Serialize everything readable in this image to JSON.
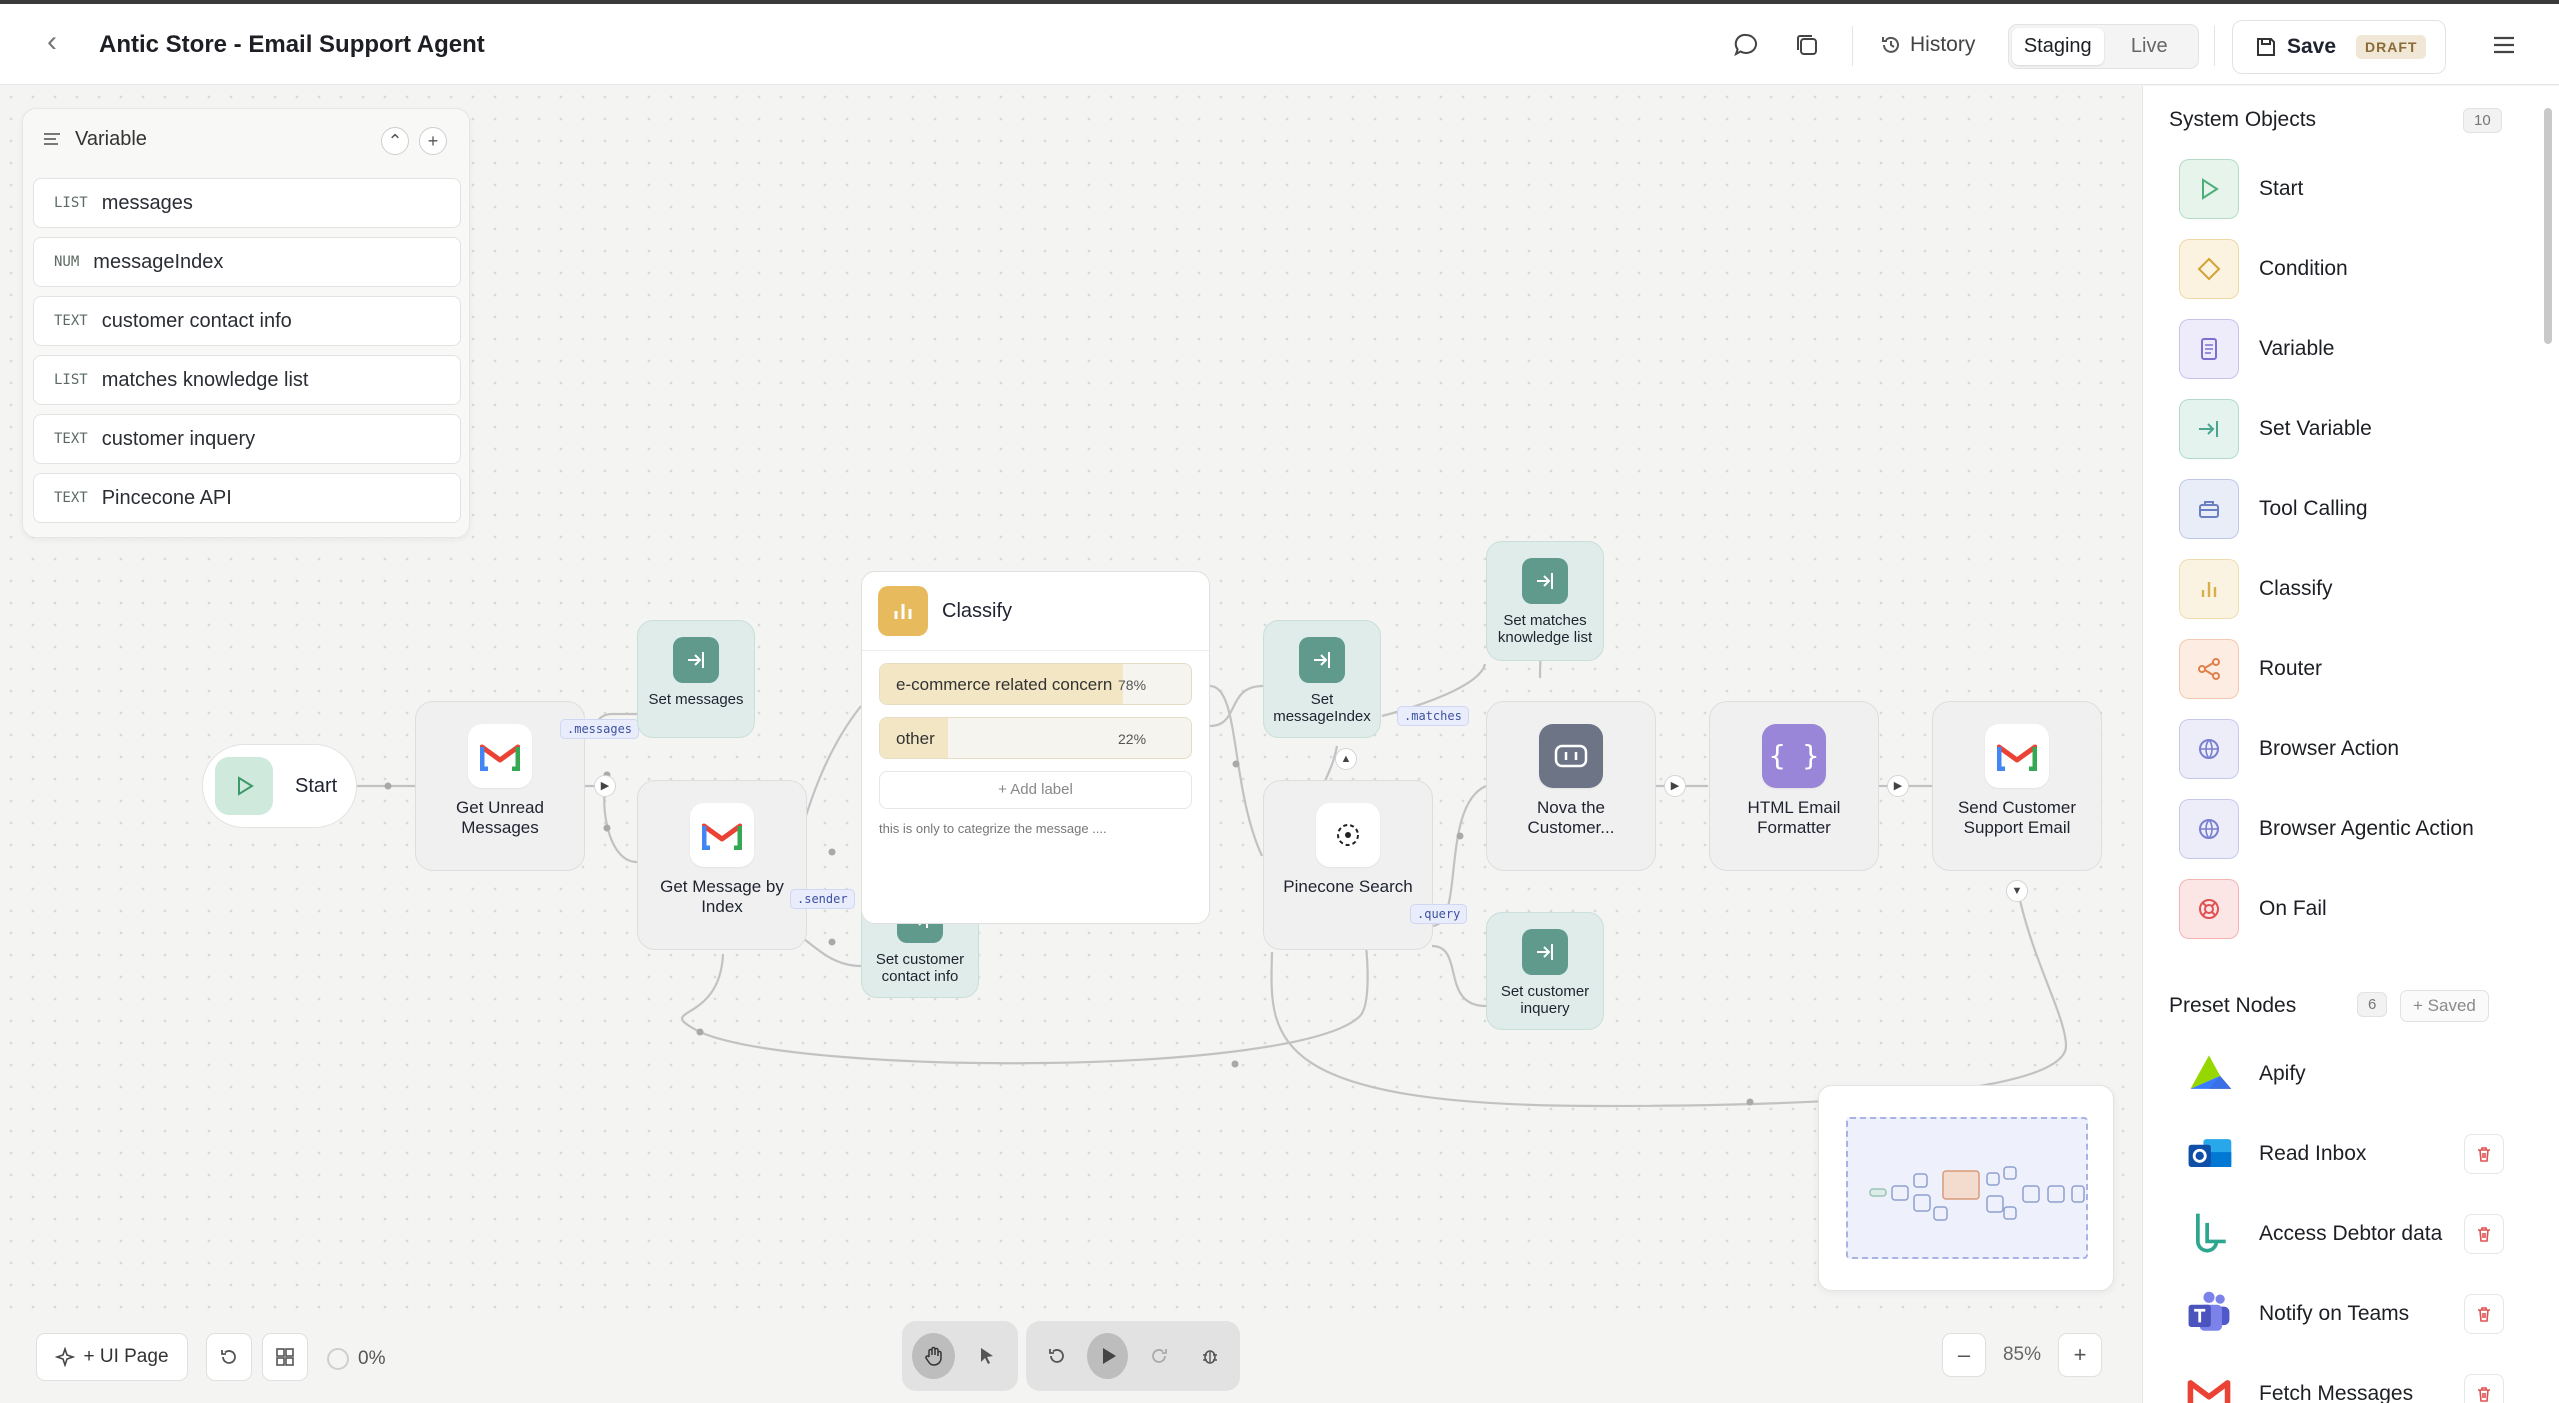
{
  "header": {
    "back_icon": "chevron-left-icon",
    "title": "Antic Store - Email Support Agent",
    "comment_icon": "chat-bubble-icon",
    "copy_icon": "copy-icon",
    "history_label": "History",
    "modes": [
      "Staging",
      "Live"
    ],
    "active_mode": "Staging",
    "save_label": "Save",
    "draft_badge": "DRAFT",
    "menu_icon": "hamburger-icon"
  },
  "variable_panel": {
    "title": "Variable",
    "variables": [
      {
        "type": "LIST",
        "name": "messages"
      },
      {
        "type": "NUM",
        "name": "messageIndex"
      },
      {
        "type": "TEXT",
        "name": "customer contact info"
      },
      {
        "type": "LIST",
        "name": "matches knowledge list"
      },
      {
        "type": "TEXT",
        "name": "customer inquery"
      },
      {
        "type": "TEXT",
        "name": "Pincecone API"
      }
    ]
  },
  "nodes": {
    "start": "Start",
    "get_unread": "Get Unread Messages",
    "set_messages": "Set messages",
    "get_message_by_index": "Get Message by Index",
    "set_customer_contact": "Set customer contact info",
    "set_message_index": "Set messageIndex",
    "pinecone_search": "Pinecone Search",
    "set_matches": "Set matches knowledge list",
    "set_customer_inquery": "Set customer inquery",
    "nova": "Nova the Customer...",
    "html_formatter": "HTML Email Formatter",
    "send_email": "Send Customer Support Email"
  },
  "tags": {
    "messages": ".messages",
    "sender": ".sender",
    "matches": ".matches",
    "query": ".query"
  },
  "classify": {
    "title": "Classify",
    "labels": [
      {
        "name": "e-commerce related concern",
        "percent": "78%",
        "value": 0.78
      },
      {
        "name": "other",
        "percent": "22%",
        "value": 0.22
      }
    ],
    "add_label": "+ Add label",
    "note": "this is only to categrize the message ...."
  },
  "bottom_bar": {
    "ui_page_label": "+ UI Page",
    "progress": "0%",
    "zoom": "85%",
    "zoom_out": "–",
    "zoom_in": "+"
  },
  "sidebar": {
    "system_title": "System Objects",
    "system_count": "10",
    "system_objects": [
      {
        "label": "Start",
        "icon": "play-icon",
        "color": "#4caf7a",
        "bg": "#e6f4ec"
      },
      {
        "label": "Condition",
        "icon": "diamond-icon",
        "color": "#d3a235",
        "bg": "#fbf3df"
      },
      {
        "label": "Variable",
        "icon": "document-icon",
        "color": "#7b6fd1",
        "bg": "#eeecfa"
      },
      {
        "label": "Set Variable",
        "icon": "arrow-into-icon",
        "color": "#49a58f",
        "bg": "#e5f3ef"
      },
      {
        "label": "Tool Calling",
        "icon": "toolbox-icon",
        "color": "#6b7fc5",
        "bg": "#e9edf8"
      },
      {
        "label": "Classify",
        "icon": "bar-chart-icon",
        "color": "#d9ad4a",
        "bg": "#faf3e1"
      },
      {
        "label": "Router",
        "icon": "share-icon",
        "color": "#e0804a",
        "bg": "#fcece2"
      },
      {
        "label": "Browser Action",
        "icon": "globe-icon",
        "color": "#7a7fcf",
        "bg": "#ecedf9"
      },
      {
        "label": "Browser Agentic Action",
        "icon": "globe-icon",
        "color": "#7a7fcf",
        "bg": "#ecedf9"
      },
      {
        "label": "On Fail",
        "icon": "alert-circle-icon",
        "color": "#e05252",
        "bg": "#fbe5e5"
      }
    ],
    "preset_title": "Preset Nodes",
    "preset_count": "6",
    "saved_label": "+ Saved",
    "presets": [
      {
        "label": "Apify",
        "icon": "apify-logo-icon"
      },
      {
        "label": "Read Inbox",
        "icon": "outlook-logo-icon"
      },
      {
        "label": "Access Debtor data",
        "icon": "database-hook-icon"
      },
      {
        "label": "Notify on Teams",
        "icon": "teams-logo-icon"
      },
      {
        "label": "Fetch Messages",
        "icon": "gmail-logo-icon"
      }
    ]
  }
}
